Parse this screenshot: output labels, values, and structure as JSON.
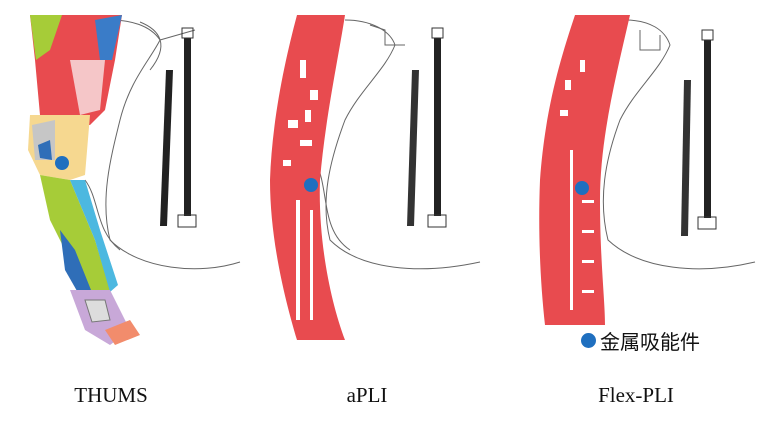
{
  "panels": [
    {
      "label": "THUMS"
    },
    {
      "label": "aPLI"
    },
    {
      "label": "Flex-PLI"
    }
  ],
  "legend": {
    "label": "金属吸能件",
    "marker_color": "#1f6fbf"
  },
  "colors": {
    "leg_red": "#e84b4f",
    "rod": "#2a2a2a",
    "car_outline": "#555555"
  }
}
